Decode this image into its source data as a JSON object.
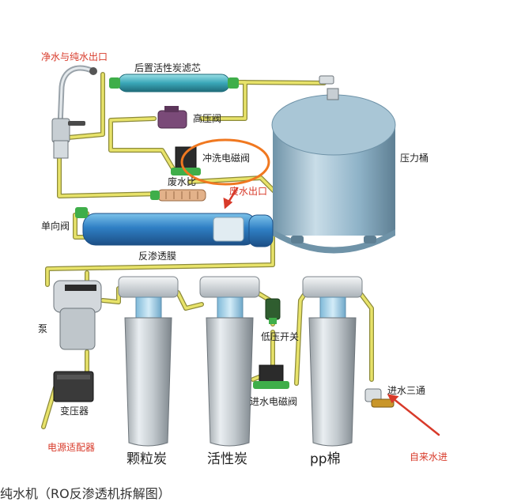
{
  "labels": {
    "outlet": "净水与纯水出口",
    "post_carbon": "后置活性炭滤芯",
    "high_pressure_valve": "高压阀",
    "flush_valve": "冲洗电磁阀",
    "pressure_tank": "压力桶",
    "waste_ratio": "废水比",
    "waste_outlet": "废水出口",
    "check_valve": "单向阀",
    "ro_membrane": "反渗透膜",
    "pump": "泵",
    "transformer": "变压器",
    "power_adapter": "电源适配器",
    "granular_carbon": "颗粒炭",
    "activated_carbon": "活性炭",
    "pp_cotton": "pp棉",
    "low_pressure_switch": "低压开关",
    "inlet_solenoid": "进水电磁阀",
    "inlet_tee": "进水三通",
    "tap_water_inlet": "自来水进"
  },
  "caption": "纯水机（RO反渗透机拆解图）",
  "colors": {
    "pipe": "#e8e36a",
    "pipe_outline": "#8c8a3a",
    "fitting": "#3fae4a",
    "membrane": "#2f7fc4",
    "tank": "#8fb3c8",
    "annotation": "#d83a2a",
    "highlight_circle": "#f07820"
  }
}
